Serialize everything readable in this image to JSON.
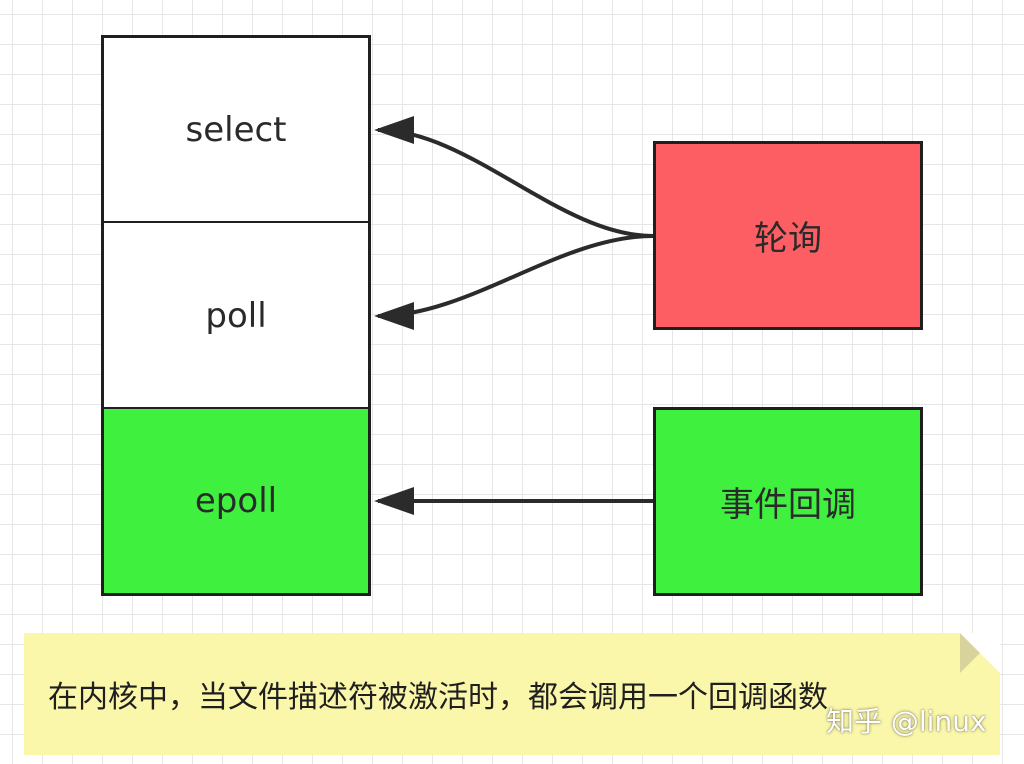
{
  "diagram": {
    "left_stack": [
      {
        "id": "select",
        "label": "select",
        "color": "#ffffff"
      },
      {
        "id": "poll",
        "label": "poll",
        "color": "#ffffff"
      },
      {
        "id": "epoll",
        "label": "epoll",
        "color": "#3ff03f"
      }
    ],
    "right_boxes": [
      {
        "id": "polling",
        "label": "轮询",
        "color": "#fd5e64"
      },
      {
        "id": "event_callback",
        "label": "事件回调",
        "color": "#3ff03f"
      }
    ],
    "edges": [
      {
        "from": "polling",
        "to": "select"
      },
      {
        "from": "polling",
        "to": "poll"
      },
      {
        "from": "event_callback",
        "to": "epoll"
      }
    ]
  },
  "note": {
    "text": "在内核中，当文件描述符被激活时，都会调用一个回调函数",
    "color": "#fbf7aa"
  },
  "watermark": "知乎 @linux"
}
